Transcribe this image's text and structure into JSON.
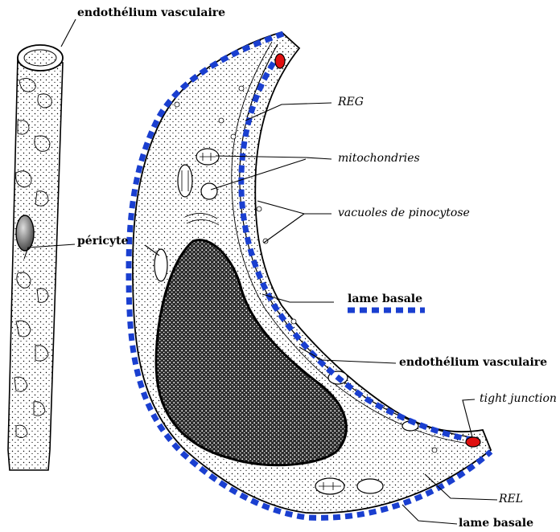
{
  "labels": {
    "endothelium_top": "endothélium vasculaire",
    "pericyte": "péricyte",
    "reg": "REG",
    "mitochondries": "mitochondries",
    "vacuoles": "vacuoles de pinocytose",
    "lame_basale_legend": "lame basale",
    "endothelium_right": "endothélium vasculaire",
    "tight_junction": "tight junction",
    "rel": "REL",
    "lame_basale_bottom": "lame basale"
  },
  "colors": {
    "basal_lamina": "#1a3fd0",
    "tight_junction": "#e01010"
  }
}
